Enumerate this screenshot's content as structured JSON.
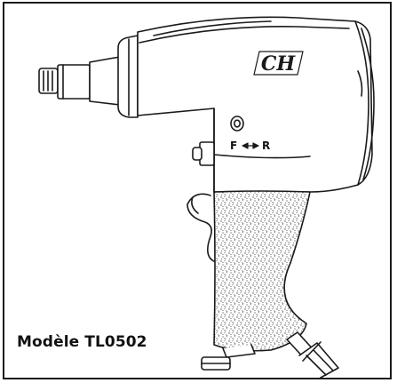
{
  "figure": {
    "caption": "Modèle TL0502",
    "direction_label_forward": "F",
    "direction_label_reverse": "R",
    "brand_logo": "CH"
  },
  "colors": {
    "line": "#1a1a1a",
    "background": "#ffffff",
    "grip_texture": "#555555"
  }
}
